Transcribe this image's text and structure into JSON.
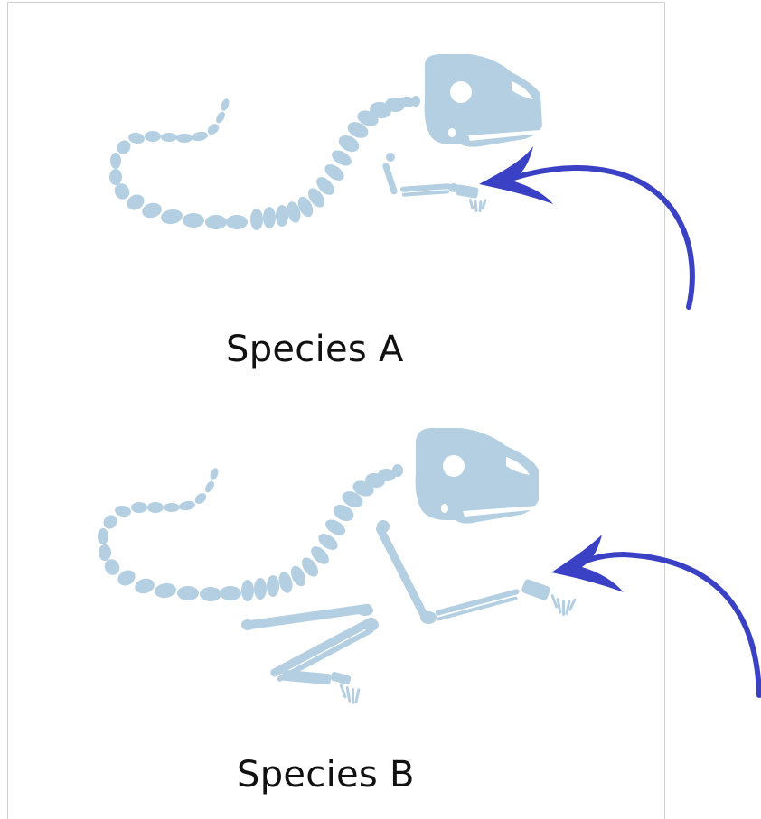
{
  "species": [
    {
      "id": "a",
      "label": "Species A"
    },
    {
      "id": "b",
      "label": "Species B"
    }
  ],
  "colors": {
    "bone": "#b3cfe1",
    "bone_dark": "#9fc0d6",
    "arrow": "#3a41c5",
    "panel_border": "#d0d0d0",
    "text": "#111111"
  }
}
